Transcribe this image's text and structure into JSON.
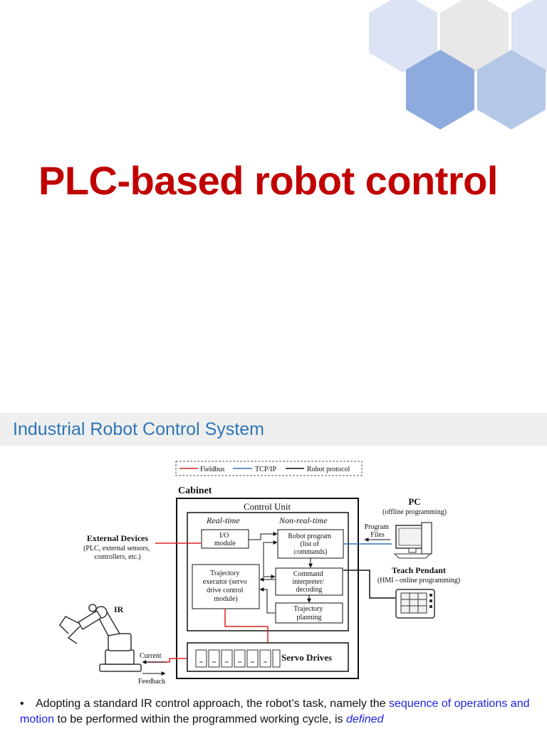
{
  "slide1": {
    "title": "PLC-based robot control",
    "colors": {
      "title": "#c00000",
      "hex_light": "#dbe3f4",
      "hex_grey": "#e8e8e8",
      "hex_mid": "#8faadc",
      "hex_soft": "#b4c7e7"
    }
  },
  "slide2": {
    "header": "Industrial Robot Control System",
    "diagram": {
      "legend": {
        "fieldbus": "Fieldbus",
        "tcpip": "TCP/IP",
        "robot_protocol": "Robot protocol"
      },
      "cabinet": "Cabinet",
      "control_unit": "Control Unit",
      "real_time": "Real-time",
      "non_real_time": "Non-real-time",
      "io_module": [
        "I/O",
        "module"
      ],
      "robot_program": [
        "Robot program",
        "(list of",
        "commands)"
      ],
      "command_interpreter": [
        "Command",
        "interpreter/",
        "decoding"
      ],
      "trajectory_executor": [
        "Trajectory",
        "executor (servo",
        "drive control",
        "module)"
      ],
      "trajectory_planning": [
        "Trajectory",
        "planning"
      ],
      "servo_drives": "Servo Drives",
      "external_devices": "External Devices",
      "external_devices_sub": [
        "(PLC, external sensors,",
        "controllers, etc.)"
      ],
      "pc": "PC",
      "pc_sub": "(offline programming)",
      "program_files": [
        "Program",
        "Files"
      ],
      "teach_pendant": "Teach Pendant",
      "teach_pendant_sub": "(HMI - online programming)",
      "ir": "IR",
      "current": "Current",
      "feedback": "Feedback",
      "colors": {
        "fieldbus": "#e02020",
        "tcpip": "#2e75b6",
        "robot_protocol": "#111111"
      }
    },
    "bullet": {
      "part1": "Adopting a standard IR control approach, the robot’s task, namely the ",
      "link1": "sequence of operations and motion",
      "part2": " to be performed within the programmed working cycle, is ",
      "link2": "defined"
    }
  }
}
